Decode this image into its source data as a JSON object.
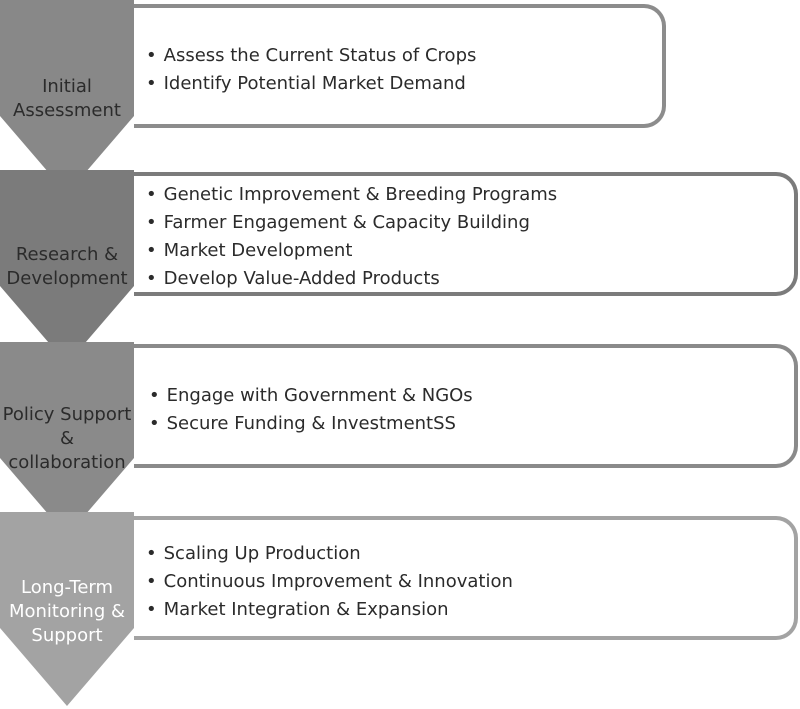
{
  "stages": [
    {
      "label": [
        "Initial",
        "Assessment"
      ],
      "items": [
        "Assess the Current Status of Crops",
        "Identify Potential Market Demand"
      ],
      "chevron_color": "#888888",
      "border_color": "#8c8c8c",
      "label_color": "#2b2b2b"
    },
    {
      "label": [
        "Research &",
        "Development"
      ],
      "items": [
        "Genetic Improvement & Breeding Programs",
        "Farmer Engagement & Capacity Building",
        "Market Development",
        "Develop Value-Added Products"
      ],
      "chevron_color": "#7b7b7b",
      "border_color": "#7b7b7b",
      "label_color": "#2b2b2b"
    },
    {
      "label": [
        "Policy Support",
        "&",
        "collaboration"
      ],
      "items": [
        "Engage with Government & NGOs",
        "Secure Funding & InvestmentSS"
      ],
      "chevron_color": "#8a8a8a",
      "border_color": "#8a8a8a",
      "label_color": "#2b2b2b"
    },
    {
      "label": [
        "Long-Term",
        "Monitoring &",
        "Support"
      ],
      "items": [
        "Scaling Up Production",
        "Continuous Improvement & Innovation",
        "Market Integration & Expansion"
      ],
      "chevron_color": "#a3a3a3",
      "border_color": "#a3a3a3",
      "label_color": "#ffffff"
    }
  ]
}
